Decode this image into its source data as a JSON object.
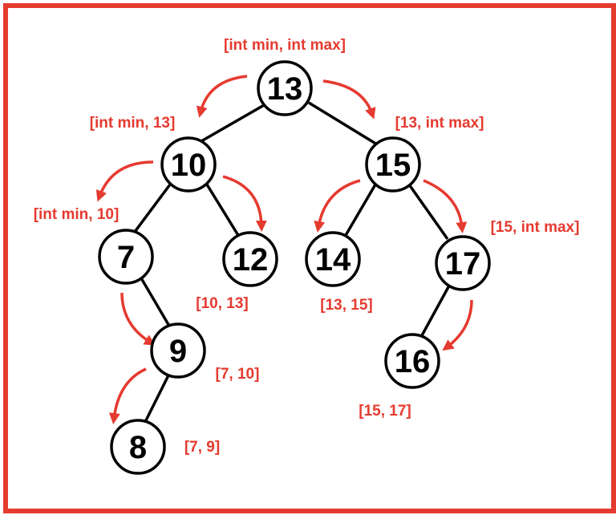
{
  "colors": {
    "accent": "#e53a2f",
    "node_stroke": "#000000"
  },
  "nodes": [
    {
      "id": "n13",
      "label": "13"
    },
    {
      "id": "n10",
      "label": "10"
    },
    {
      "id": "n15",
      "label": "15"
    },
    {
      "id": "n7",
      "label": "7"
    },
    {
      "id": "n12",
      "label": "12"
    },
    {
      "id": "n14",
      "label": "14"
    },
    {
      "id": "n17",
      "label": "17"
    },
    {
      "id": "n9",
      "label": "9"
    },
    {
      "id": "n16",
      "label": "16"
    },
    {
      "id": "n8",
      "label": "8"
    }
  ],
  "ranges": {
    "r13": "[int min, int max]",
    "r10": "[int min, 13]",
    "r15": "[13, int max]",
    "r7": "[int min, 10]",
    "r12": "[10, 13]",
    "r14": "[13, 15]",
    "r17": "[15, int max]",
    "r9": "[7, 10]",
    "r16": "[15, 17]",
    "r8": "[7, 9]"
  },
  "edges": [
    [
      "n13",
      "n10"
    ],
    [
      "n13",
      "n15"
    ],
    [
      "n10",
      "n7"
    ],
    [
      "n10",
      "n12"
    ],
    [
      "n15",
      "n14"
    ],
    [
      "n15",
      "n17"
    ],
    [
      "n7",
      "n9"
    ],
    [
      "n9",
      "n8"
    ],
    [
      "n17",
      "n16"
    ]
  ]
}
